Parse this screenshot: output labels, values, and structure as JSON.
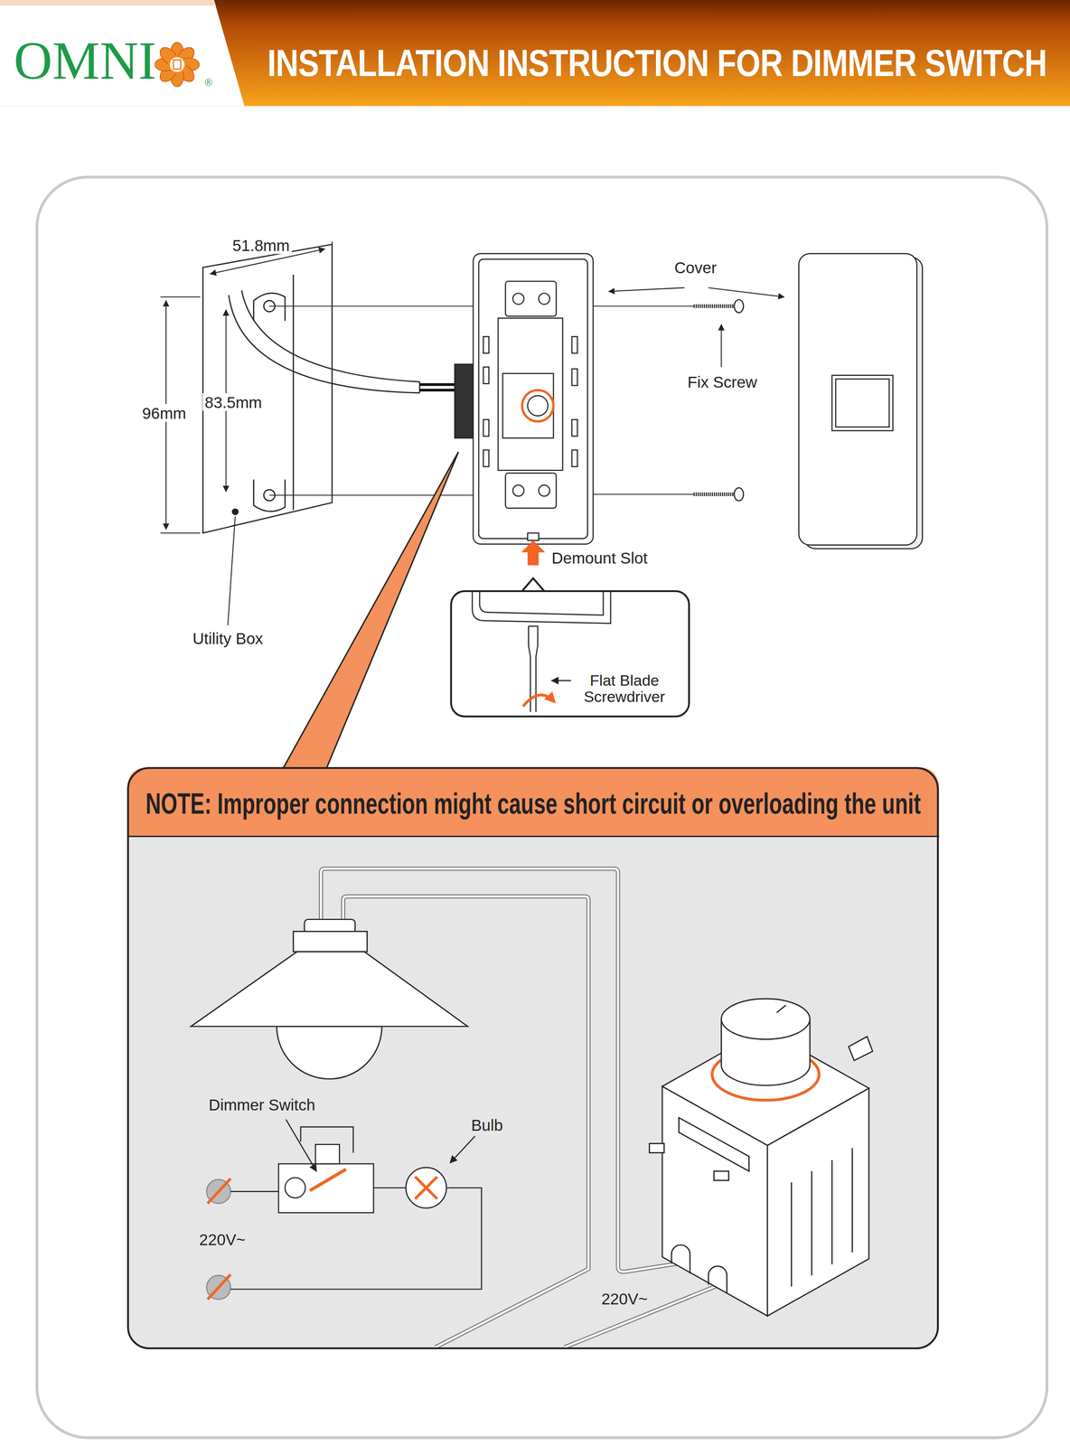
{
  "diagram": {
    "title": "INSTALLATION INSTRUCTION FOR DIMMER SWITCH",
    "nodes": [
      {
        "text": [
          "Flat Blade Screwdriver"
        ]
      },
      {
        "text": [
          "NOTE: Improper connection might cause short circuit or overloading the unit"
        ]
      }
    ],
    "labels": [
      "OMNI",
      "®",
      "51.8mm",
      "96mm",
      "83.5mm",
      "Cover",
      "Fix Screw",
      "Demount Slot",
      "Utility Box",
      "Dimmer Switch",
      "Bulb",
      "220V~",
      "220V~"
    ]
  }
}
